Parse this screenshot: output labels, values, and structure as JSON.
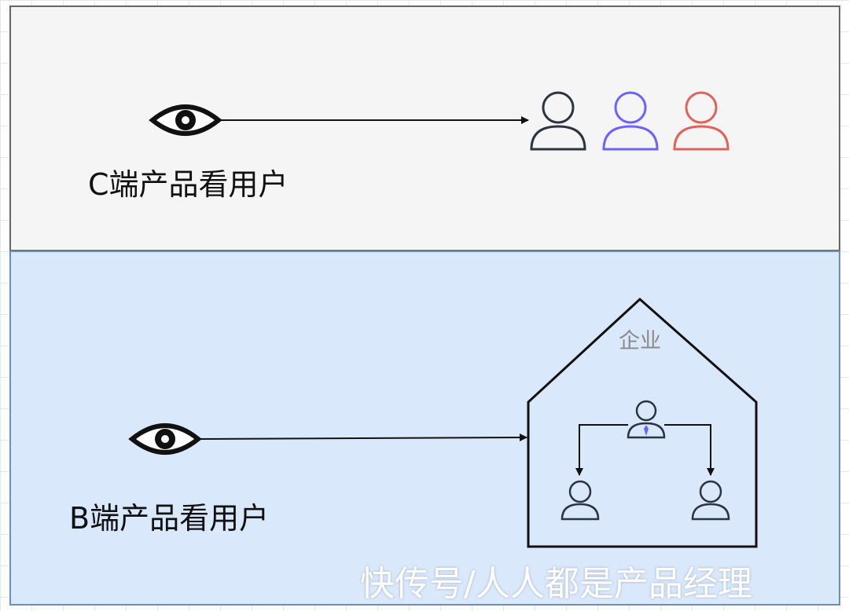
{
  "top_panel": {
    "label": "C端产品看用户",
    "fill": "#f5f5f5",
    "stroke": "#666666",
    "users": [
      {
        "icon": "user-icon",
        "color": "#2b3440"
      },
      {
        "icon": "user-icon",
        "color": "#6c63ff"
      },
      {
        "icon": "user-icon",
        "color": "#e0625a"
      }
    ]
  },
  "bottom_panel": {
    "label": "B端产品看用户",
    "fill": "#dae8fc",
    "stroke": "#6c8ebf",
    "company_label": "企业",
    "manager_tie_color": "#6c63ff"
  },
  "watermark": "快传号/人人都是产品经理"
}
